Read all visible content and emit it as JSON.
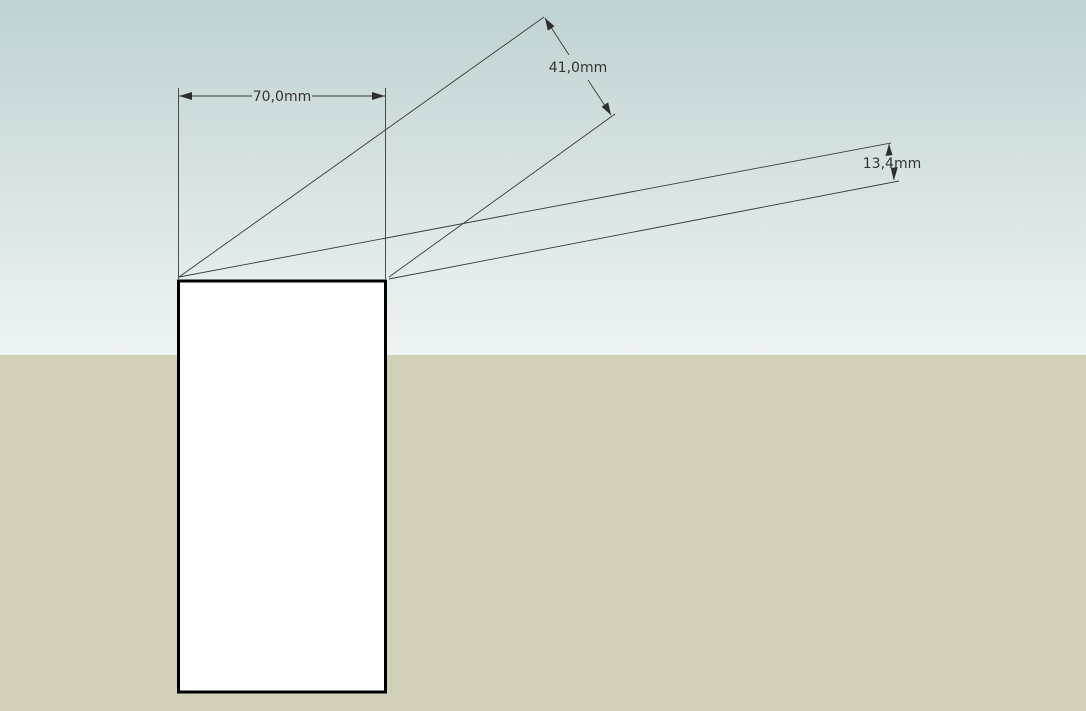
{
  "scene": {
    "sky_top_color": "#bfd2d3",
    "sky_bottom_color": "#eef3f3",
    "ground_color": "#d2d0b9",
    "block_fill_color": "#ffffff",
    "block_edge_color": "#000000",
    "dimension_line_color": "#3a3a3a"
  },
  "dimensions": {
    "width_label": "70,0mm",
    "diagonal_label": "41,0mm",
    "offset_label": "13,4mm"
  }
}
